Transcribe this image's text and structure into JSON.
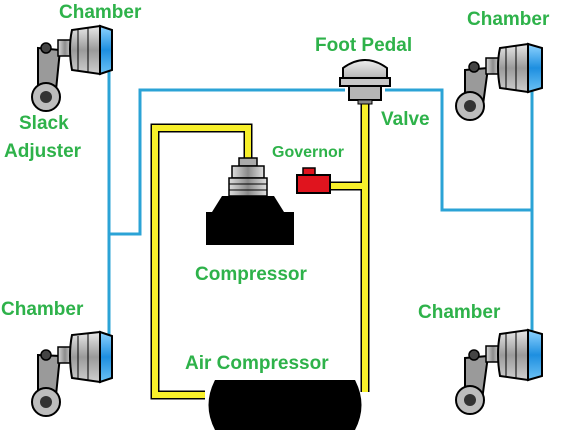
{
  "labels": {
    "chamber_top_left": "Chamber",
    "chamber_top_right": "Chamber",
    "chamber_bottom_left": "Chamber",
    "chamber_bottom_right": "Chamber",
    "slack_line1": "Slack",
    "slack_line2": "Adjuster",
    "foot_pedal": "Foot Pedal",
    "valve": "Valve",
    "governor": "Governor",
    "compressor": "Compressor",
    "air_compressor": "Air Compressor"
  },
  "colors": {
    "label_green": "#2eb24a",
    "air_line_blue": "#2ba3d6",
    "supply_line_yellow": "#f7ef2a",
    "governor_red": "#e0141e",
    "compressor_black": "#000000",
    "chamber_accent_blue": "#1e8fe0"
  }
}
